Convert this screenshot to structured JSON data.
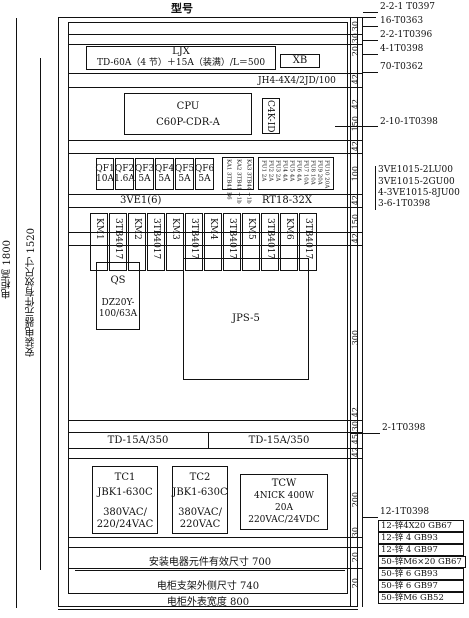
{
  "title": "型号",
  "top_right_codes": [
    "2-2-1 T0397",
    "16-T0363",
    "2-2-1T0396",
    "4-1T0398",
    "70-T0362"
  ],
  "ljx": {
    "name": "LJX",
    "spec": "TD-60A（4 节）＋15A（装满）/L＝500",
    "xb": "XB"
  },
  "jh_label": "JH4-4X4/2JD/100",
  "cpu": {
    "name": "CPU",
    "model": "C60P-CDR-A",
    "c4k": "C4K-ID"
  },
  "mid_code": "2-10-1T0398",
  "qf": [
    {
      "name": "QF1",
      "rating": "10A"
    },
    {
      "name": "QF2",
      "rating": "1.6A"
    },
    {
      "name": "QF3",
      "rating": "5A"
    },
    {
      "name": "QF4",
      "rating": "5A"
    },
    {
      "name": "QF5",
      "rating": "5A"
    },
    {
      "name": "QF6",
      "rating": "5A"
    }
  ],
  "ka": [
    "KA1 3TB41  B6",
    "KA2 3TB41 ~1b",
    "KA3 3TB44 ~1b"
  ],
  "fu": [
    "FU1 2A",
    "FU2 2A",
    "FU3 2A",
    "FU4 4A",
    "FU5 4A",
    "FU6 4A",
    "FU7 10A",
    "FU8 10A",
    "FU9 20A",
    "FU10 20A"
  ],
  "row_3ve": {
    "left": "3VE1(6)",
    "right": "RT18-32X"
  },
  "right_codes_mid": [
    "3VE1015-2LU00",
    "3VE1015-2GU00",
    "4-3VE1015-8JU00",
    "3-6-1T0398"
  ],
  "km": [
    "KM1",
    "3TB4017",
    "KM2",
    "3TB4017",
    "KM3",
    "3TB4017",
    "KM4",
    "3TB4017",
    "KM5",
    "3TB4017",
    "KM6",
    "3TB4017"
  ],
  "qs": {
    "name": "QS",
    "model": "DZ20Y-100/63A"
  },
  "jps": "JPS-5",
  "td_row": {
    "left": "TD-15A/350",
    "right": "TD-15A/350",
    "code": "2-1T0398"
  },
  "tc1": {
    "name": "TC1",
    "model": "JBK1-630C",
    "v1": "380VAC/",
    "v2": "220/24VAC"
  },
  "tc2": {
    "name": "TC2",
    "model": "JBK1-630C",
    "v1": "380VAC/",
    "v2": "220VAC"
  },
  "tcw": {
    "name": "TCW",
    "model": "4NICK 400W",
    "current": "20A",
    "voltage": "220VAC/24VDC"
  },
  "bottom_codes": [
    "12-1T0398",
    "12-锌4X20 GB67",
    "12-锌 4 GB93",
    "12-锌 4 GB97",
    "50-锌M6×20 GB67",
    "50-锌 6 GB93",
    "50-锌 6 GB97",
    "50-锌M6 GB52"
  ],
  "dims": {
    "width700": "安装电器元件有效尺寸 700",
    "width740": "电柜支架外侧尺寸 740",
    "width800": "电柜外表宽度 800",
    "height1800": "电柜高 1800",
    "height1520": "安装电器元件有效尺寸 1520"
  },
  "right_dims": [
    "30",
    "30",
    "20",
    "42",
    "42",
    "150",
    "42",
    "100",
    "42",
    "150",
    "42",
    "300",
    "42",
    "30",
    "45",
    "42",
    "200",
    "30",
    "20",
    "20"
  ]
}
